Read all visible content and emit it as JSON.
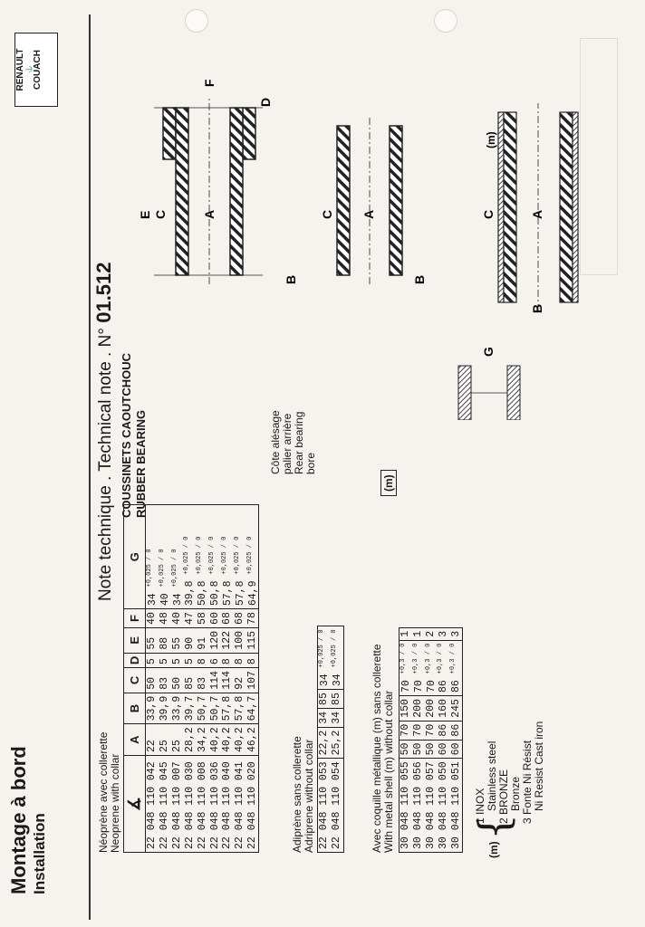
{
  "header": {
    "section_fr": "Montage à bord",
    "section_en": "Installation",
    "note_prefix": "Note technique . Technical note . N°",
    "note_number": "01.512",
    "subtitle_fr": "COUSSINETS CAOUTCHOUC",
    "subtitle_en": "RUBBER BEARING",
    "logo_top": "RENAULT",
    "logo_bottom": "COUACH"
  },
  "table1": {
    "caption_fr": "Néoprène avec collerette",
    "caption_en": "Neoprene with collar",
    "columns": [
      "A",
      "B",
      "C",
      "D",
      "E",
      "F",
      "G"
    ],
    "rows": [
      [
        "22 048 110 042",
        "22",
        "33,9",
        "50",
        "5",
        "55",
        "40",
        "34",
        "+0,025 / 0"
      ],
      [
        "22 048 110 045",
        "25",
        "39,9",
        "83",
        "5",
        "88",
        "48",
        "40",
        "+0,025 / 0"
      ],
      [
        "22 048 110 007",
        "25",
        "33,9",
        "50",
        "5",
        "55",
        "40",
        "34",
        "+0,025 / 0"
      ],
      [
        "22 048 110 030",
        "28,2",
        "39,7",
        "85",
        "5",
        "90",
        "47",
        "39,8",
        "+0,025 / 0"
      ],
      [
        "22 048 110 008",
        "34,2",
        "50,7",
        "83",
        "8",
        "91",
        "58",
        "50,8",
        "+0,025 / 0"
      ],
      [
        "22 048 110 036",
        "40,2",
        "50,7",
        "114",
        "6",
        "120",
        "60",
        "50,8",
        "+0,025 / 0"
      ],
      [
        "22 048 110 040",
        "40,2",
        "57,8",
        "114",
        "8",
        "122",
        "68",
        "57,8",
        "+0,025 / 0"
      ],
      [
        "22 048 110 041",
        "40,2",
        "57,8",
        "92",
        "8",
        "100",
        "68",
        "57,8",
        "+0,025 / 0"
      ],
      [
        "22 048 110 020",
        "46,2",
        "64,7",
        "107",
        "8",
        "115",
        "78",
        "64,9",
        "+0,025 / 0"
      ]
    ]
  },
  "table2": {
    "caption_fr": "Adiprène sans collerette",
    "caption_en": "Adriprene without collar",
    "rows": [
      [
        "22 048 110 053",
        "22,2",
        "34",
        "85",
        "34",
        "+0,025 / 0"
      ],
      [
        "22 048 110 054",
        "25,2",
        "34",
        "85",
        "34",
        "+0,025 / 0"
      ]
    ]
  },
  "table3": {
    "caption_fr": "Avec coquille métallique (m) sans collerette",
    "caption_en": "With metal shell (m) without collar",
    "m_header": "(m)",
    "rows": [
      [
        "30 048 110 055",
        "50",
        "70",
        "150",
        "70",
        "+0,3 / 0",
        "1"
      ],
      [
        "30 048 110 056",
        "50",
        "70",
        "200",
        "70",
        "+0,3 / 0",
        "1"
      ],
      [
        "30 048 110 057",
        "50",
        "70",
        "200",
        "70",
        "+0,3 / 0",
        "2"
      ],
      [
        "30 048 110 050",
        "60",
        "86",
        "160",
        "86",
        "+0,3 / 0",
        "3"
      ],
      [
        "30 048 110 051",
        "60",
        "86",
        "245",
        "86",
        "+0,3 / 0",
        "3"
      ]
    ]
  },
  "materials": {
    "m_label": "(m)",
    "items": [
      {
        "num": "1",
        "fr": "INOX",
        "en": "Stainless steel"
      },
      {
        "num": "2",
        "fr": "BRONZE",
        "en": "Bronze"
      },
      {
        "num": "3",
        "fr": "Fonte Ni Résist",
        "en": "Ni Resist Cast iron"
      }
    ]
  },
  "bore": {
    "line1": "Côte alésage",
    "line2": "palier arrière",
    "line3": "Rear bearing",
    "line4": "bore",
    "letter": "G"
  },
  "drawing_labels": {
    "a": "A",
    "b": "B",
    "c": "C",
    "d": "D",
    "e": "E",
    "f": "F",
    "m": "(m)"
  }
}
